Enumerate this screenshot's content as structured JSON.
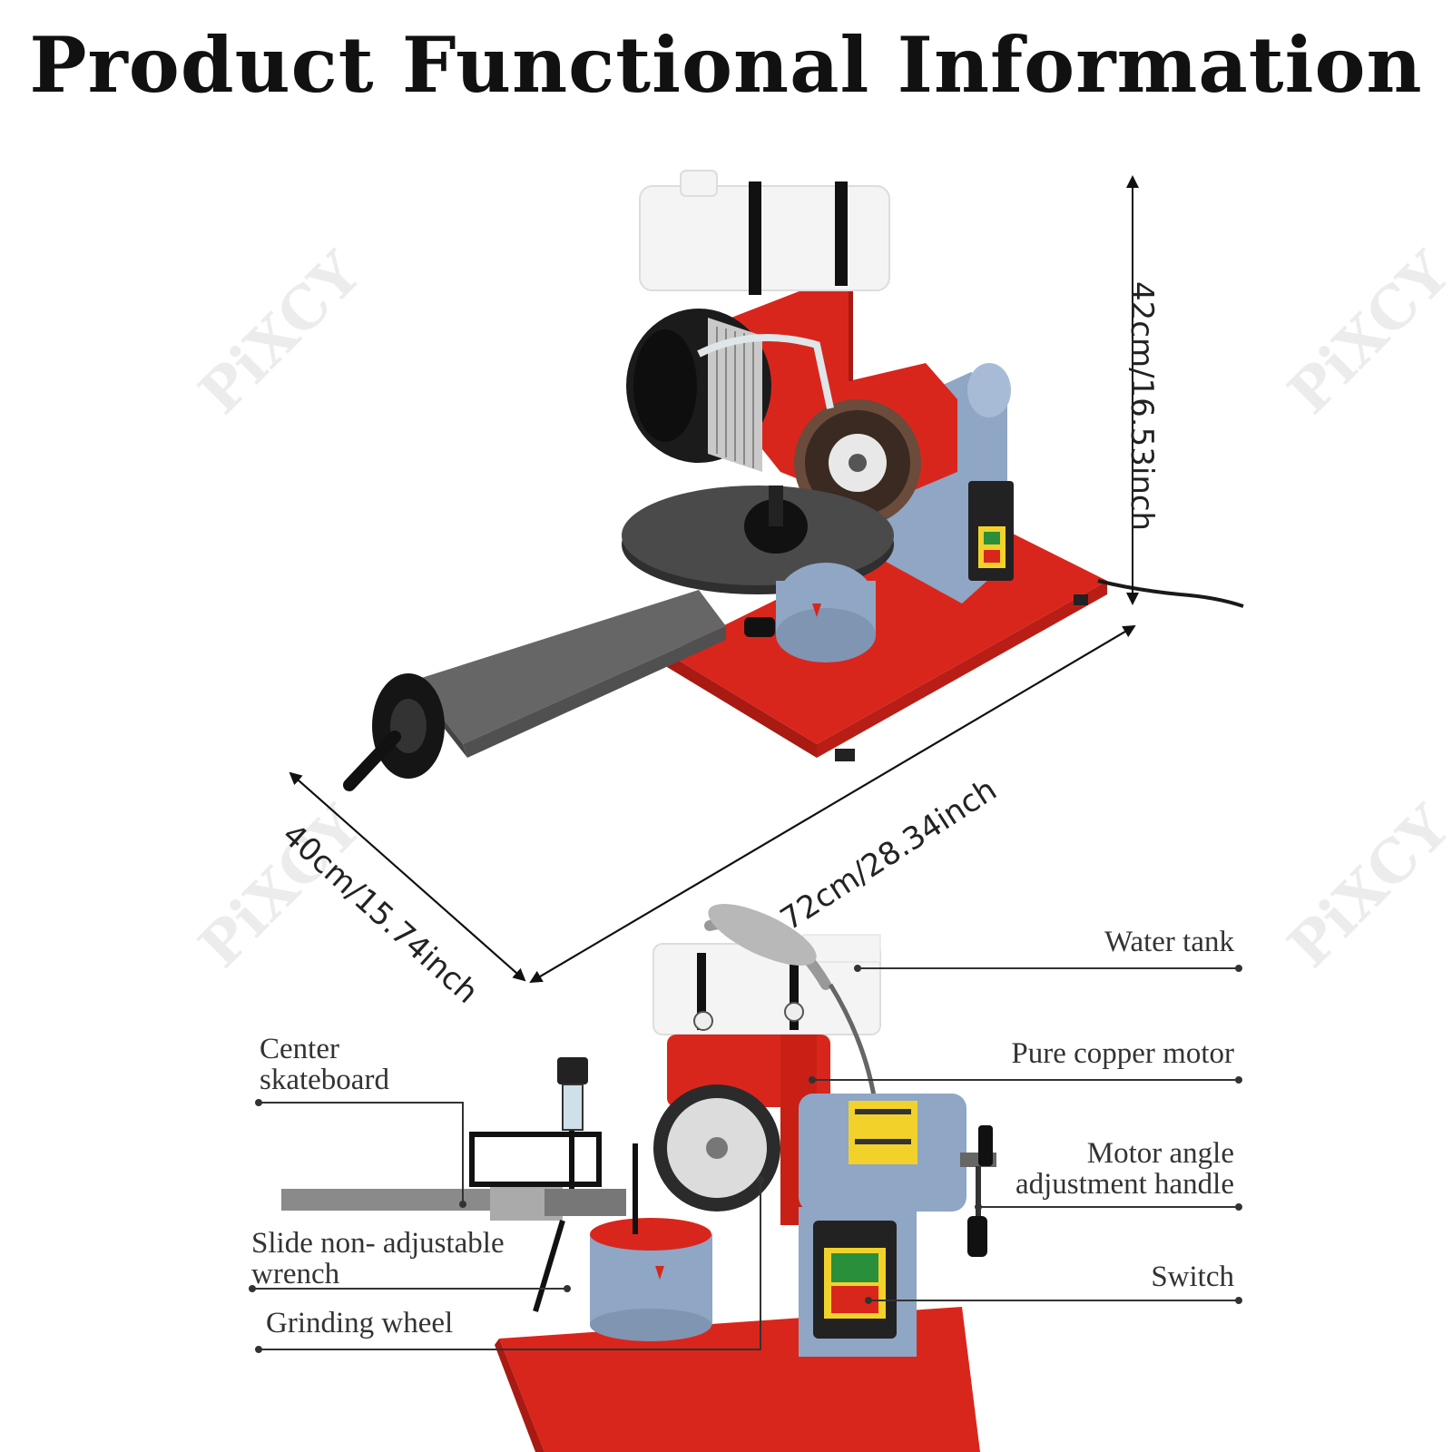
{
  "title": "Product Functional Information",
  "watermark": "PiXCY",
  "dimensions": {
    "height": "42cm/16.53inch",
    "length": "72cm/28.34inch",
    "width": "40cm/15.74inch"
  },
  "callouts": {
    "water_tank": "Water tank",
    "motor": "Pure copper motor",
    "motor_angle_line1": "Motor angle",
    "motor_angle_line2": "adjustment handle",
    "switch": "Switch",
    "center_line1": "Center",
    "center_line2": "skateboard",
    "slide_line1": "Slide non- adjustable",
    "slide_line2": "wrench",
    "grinding_wheel": "Grinding wheel"
  },
  "colors": {
    "body_red": "#d9261c",
    "motor_blue": "#8fa6c4",
    "tank_white": "#f4f4f4",
    "steel": "#5a5a5a",
    "switch_yellow": "#f2d22a",
    "switch_green": "#2a8f3a"
  }
}
